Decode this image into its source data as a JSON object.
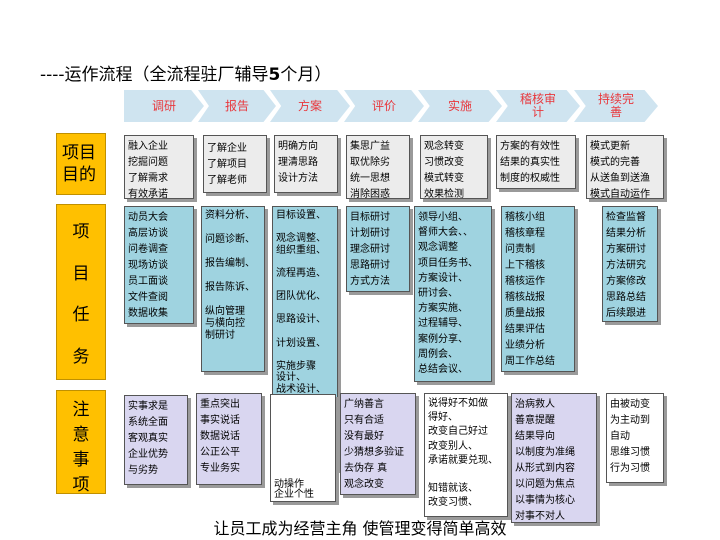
{
  "title": {
    "dashes": "----",
    "text": "运作流程（全流程驻厂辅导",
    "num": "5",
    "suffix": "个月）"
  },
  "stages": [
    "调研",
    "报告",
    "方案",
    "评价",
    "实施",
    "稽核审\n计",
    "持续完\n善"
  ],
  "rows": {
    "goal_label": [
      "项目",
      "目的"
    ],
    "task_label": [
      "项",
      "目",
      "任",
      "务"
    ],
    "note_label": [
      "注",
      "意",
      "事",
      "项"
    ]
  },
  "goals": [
    "融入企业\n挖掘问题\n了解需求\n有效承诺",
    "了解企业\n了解项目\n了解老师",
    "明确方向\n理清思路\n设计方法",
    "集思广益\n取优除劣\n统一思想\n消除困惑",
    "观念转变\n习惯改变\n模式转变\n效果检测",
    "方案的有效性\n结果的真实性\n制度的权威性",
    "模式更新\n模式的完善\n从送鱼到送渔\n模式自动运作"
  ],
  "tasks": [
    "动员大会\n高层访谈\n问卷调查\n现场访谈\n员工面谈\n文件查阅\n数据收集",
    "资料分析、\n\n问题诊断、\n\n报告编制、\n\n报告陈诉、\n\n纵向管理\n与横向控\n制研讨",
    "目标设置、\n\n观念调整、\n组织重组、\n\n流程再造、\n\n团队优化、\n\n思路设计、\n\n计划设置、\n\n实施步骤\n设计、\n战术设计、\n\n动作设计、",
    "目标研讨\n计划研讨\n理念研讨\n思路研讨\n方式方法",
    "领导小组、\n督师大会、、\n观念调整\n项目任务书、\n方案设计、\n研讨会、\n方案实施、\n过程辅导、\n案例分享、\n周例会、\n总结会议、",
    "稽核小组\n稽核章程\n问责制\n上下稽核\n稽核运作\n稽核战报\n质量战报\n结果评估\n业绩分析\n周工作总结",
    "检查监督\n结果分析\n方案研讨\n方法研究\n方案修改\n思路总结\n后续跟进"
  ],
  "notes": [
    "实事求是\n系统全面\n客观真实\n企业优势\n与劣势",
    "重点突出\n事实说话\n数据说话\n公正公平\n专业务实",
    "\n\n\n\n\n\n\n\n动操作\n企业个性",
    "广纳善言\n只有合适\n没有最好\n少猜想多验证\n去伪存 真\n观念改变",
    "说得好不如做\n得好、\n改变自己好过\n改变别人、\n承诺就要兑现、\n\n知错就该、\n改变习惯、",
    "治病救人\n善意提醒\n结果导向\n以制度为准绳\n从形式到内容\n以问题为焦点\n以事情为核心\n对事不对人",
    "由被动变\n为主动到\n自动\n思维习惯\n行为习惯"
  ],
  "footer": "让员工成为经营主角  使管理变得简单高效"
}
